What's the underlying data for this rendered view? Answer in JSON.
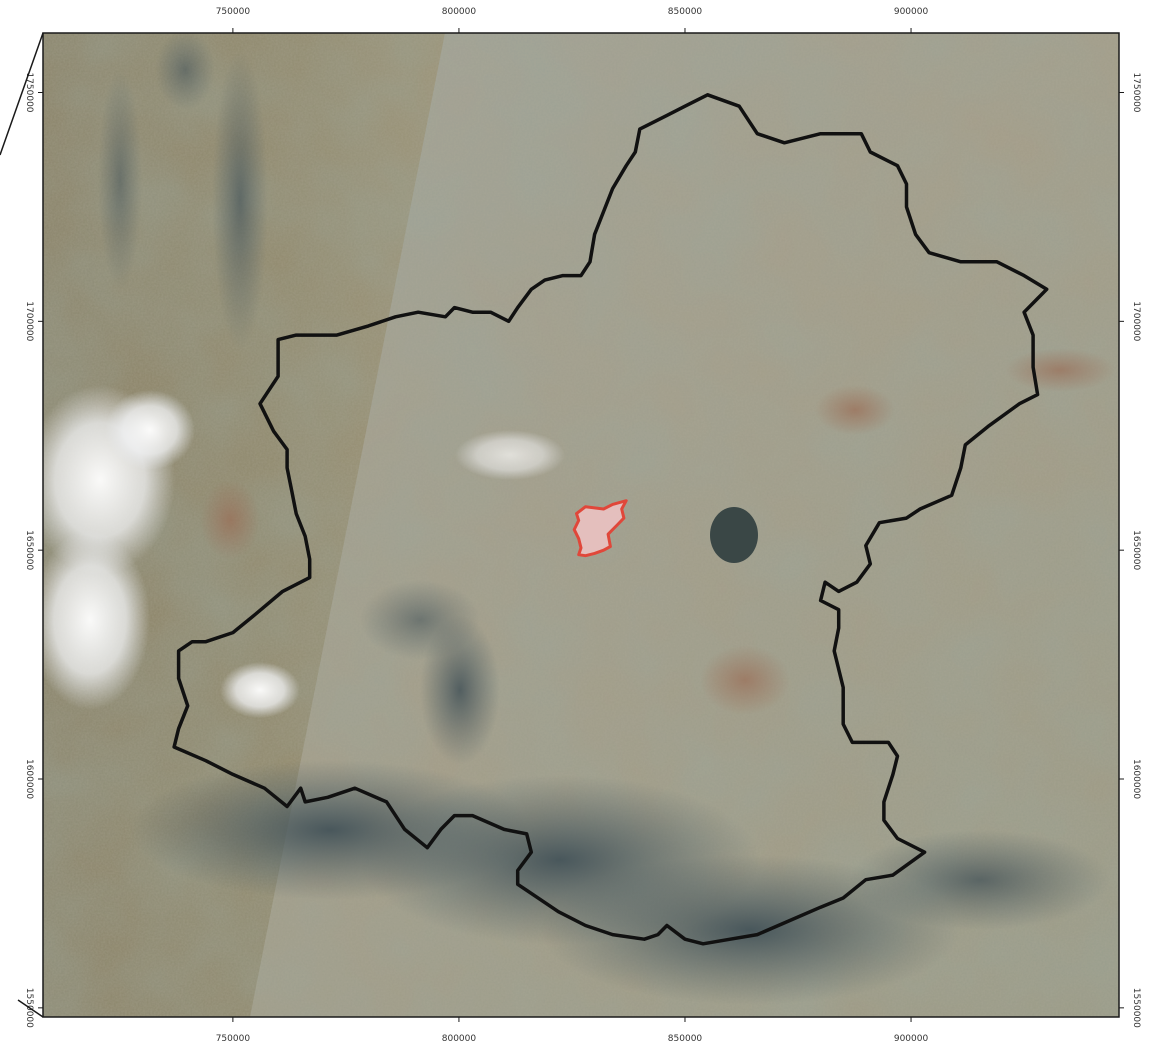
{
  "map": {
    "x_ticks": [
      {
        "value": 750000,
        "label": "750000"
      },
      {
        "value": 800000,
        "label": "800000"
      },
      {
        "value": 850000,
        "label": "850000"
      },
      {
        "value": 900000,
        "label": "900000"
      }
    ],
    "y_ticks": [
      {
        "value": 1550000,
        "label": "1550000"
      },
      {
        "value": 1600000,
        "label": "1600000"
      },
      {
        "value": 1650000,
        "label": "1650000"
      },
      {
        "value": 1700000,
        "label": "1700000"
      },
      {
        "value": 1750000,
        "label": "1750000"
      }
    ],
    "x_range": [
      708000,
      946000
    ],
    "y_range": [
      1548000,
      1763000
    ],
    "colors": {
      "frame": "#1a1a1a",
      "boundary": "#111111",
      "highlight_stroke": "#e0473a",
      "highlight_fill": "#f0c4c6",
      "tick_label": "#333333"
    },
    "features": {
      "boundary": {
        "name": "study-area-boundary",
        "coords": [
          [
            855000,
            1749500
          ],
          [
            862000,
            1747000
          ],
          [
            866000,
            1741000
          ],
          [
            872000,
            1739000
          ],
          [
            880000,
            1741000
          ],
          [
            889000,
            1741000
          ],
          [
            891000,
            1737000
          ],
          [
            897000,
            1734000
          ],
          [
            899000,
            1730000
          ],
          [
            899000,
            1725000
          ],
          [
            901000,
            1719000
          ],
          [
            904000,
            1715000
          ],
          [
            911000,
            1713000
          ],
          [
            919000,
            1713000
          ],
          [
            925000,
            1710000
          ],
          [
            930000,
            1707000
          ],
          [
            928000,
            1705000
          ],
          [
            925000,
            1702000
          ],
          [
            927000,
            1697000
          ],
          [
            927000,
            1690000
          ],
          [
            928000,
            1684000
          ],
          [
            924000,
            1682000
          ],
          [
            917000,
            1677000
          ],
          [
            912000,
            1673000
          ],
          [
            911000,
            1668000
          ],
          [
            909000,
            1662000
          ],
          [
            902000,
            1659000
          ],
          [
            899000,
            1657000
          ],
          [
            893000,
            1656000
          ],
          [
            890000,
            1651000
          ],
          [
            891000,
            1647000
          ],
          [
            888000,
            1643000
          ],
          [
            884000,
            1641000
          ],
          [
            881000,
            1643000
          ],
          [
            880000,
            1639000
          ],
          [
            884000,
            1637000
          ],
          [
            884000,
            1633000
          ],
          [
            883000,
            1628000
          ],
          [
            885000,
            1620000
          ],
          [
            885000,
            1612000
          ],
          [
            887000,
            1608000
          ],
          [
            895000,
            1608000
          ],
          [
            897000,
            1605000
          ],
          [
            896000,
            1601000
          ],
          [
            894000,
            1595000
          ],
          [
            894000,
            1591000
          ],
          [
            897000,
            1587000
          ],
          [
            903000,
            1584000
          ],
          [
            896000,
            1579000
          ],
          [
            890000,
            1578000
          ],
          [
            885000,
            1574000
          ],
          [
            880000,
            1572000
          ],
          [
            873000,
            1569000
          ],
          [
            866000,
            1566000
          ],
          [
            860000,
            1565000
          ],
          [
            854000,
            1564000
          ],
          [
            850000,
            1565000
          ],
          [
            846000,
            1568000
          ],
          [
            844000,
            1566000
          ],
          [
            841000,
            1565000
          ],
          [
            834000,
            1566000
          ],
          [
            828000,
            1568000
          ],
          [
            822000,
            1571000
          ],
          [
            816000,
            1575000
          ],
          [
            813000,
            1577000
          ],
          [
            813000,
            1580000
          ],
          [
            816000,
            1584000
          ],
          [
            815000,
            1588000
          ],
          [
            810000,
            1589000
          ],
          [
            803000,
            1592000
          ],
          [
            799000,
            1592000
          ],
          [
            796000,
            1589000
          ],
          [
            793000,
            1585000
          ],
          [
            788000,
            1589000
          ],
          [
            784000,
            1595000
          ],
          [
            777000,
            1598000
          ],
          [
            771000,
            1596000
          ],
          [
            766000,
            1595000
          ],
          [
            765000,
            1598000
          ],
          [
            762000,
            1594000
          ],
          [
            757000,
            1598000
          ],
          [
            750000,
            1601000
          ],
          [
            744000,
            1604000
          ],
          [
            737000,
            1607000
          ],
          [
            738000,
            1611000
          ],
          [
            740000,
            1616000
          ],
          [
            738000,
            1622000
          ],
          [
            738000,
            1628000
          ],
          [
            741000,
            1630000
          ],
          [
            744000,
            1630000
          ],
          [
            750000,
            1632000
          ],
          [
            755000,
            1636000
          ],
          [
            761000,
            1641000
          ],
          [
            767000,
            1644000
          ],
          [
            767000,
            1648000
          ],
          [
            766000,
            1653000
          ],
          [
            764000,
            1658000
          ],
          [
            763000,
            1663000
          ],
          [
            762000,
            1668000
          ],
          [
            762000,
            1672000
          ],
          [
            759000,
            1676000
          ],
          [
            756000,
            1682000
          ],
          [
            760000,
            1688000
          ],
          [
            760000,
            1693000
          ],
          [
            760000,
            1696000
          ],
          [
            764000,
            1697000
          ],
          [
            773000,
            1697000
          ],
          [
            780000,
            1699000
          ],
          [
            786000,
            1701000
          ],
          [
            791000,
            1702000
          ],
          [
            797000,
            1701000
          ],
          [
            799000,
            1703000
          ],
          [
            803000,
            1702000
          ],
          [
            807000,
            1702000
          ],
          [
            811000,
            1700000
          ],
          [
            813000,
            1703000
          ],
          [
            816000,
            1707000
          ],
          [
            819000,
            1709000
          ],
          [
            823000,
            1710000
          ],
          [
            827000,
            1710000
          ],
          [
            829000,
            1713000
          ],
          [
            830000,
            1719000
          ],
          [
            832000,
            1724000
          ],
          [
            834000,
            1729000
          ],
          [
            837000,
            1734000
          ],
          [
            839000,
            1737000
          ],
          [
            840000,
            1742000
          ],
          [
            846000,
            1745000
          ],
          [
            850000,
            1747000
          ],
          [
            855000,
            1749500
          ]
        ]
      },
      "highlight_area": {
        "name": "highlighted-parcel",
        "coords": [
          [
            837000,
            1660800
          ],
          [
            834000,
            1660000
          ],
          [
            832000,
            1659000
          ],
          [
            828000,
            1659500
          ],
          [
            826000,
            1658000
          ],
          [
            826500,
            1656500
          ],
          [
            825500,
            1654500
          ],
          [
            826500,
            1652500
          ],
          [
            827000,
            1650500
          ],
          [
            826500,
            1649000
          ],
          [
            828000,
            1648800
          ],
          [
            830000,
            1649300
          ],
          [
            832000,
            1650000
          ],
          [
            833500,
            1650800
          ],
          [
            833000,
            1653500
          ],
          [
            835000,
            1655500
          ],
          [
            836500,
            1657000
          ],
          [
            836000,
            1659000
          ],
          [
            837000,
            1660800
          ]
        ]
      }
    }
  }
}
